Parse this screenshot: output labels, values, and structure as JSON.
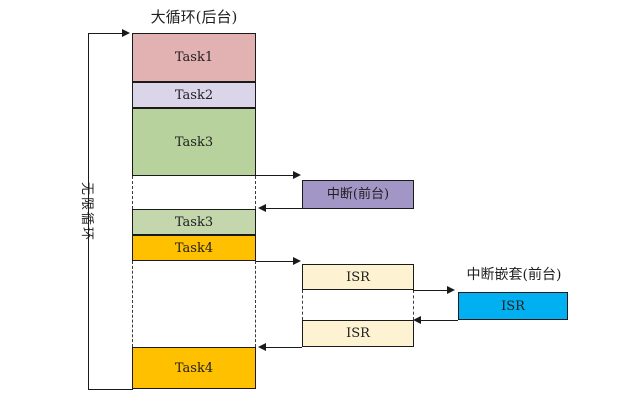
{
  "diagram": {
    "title": "大循环(后台)",
    "loop_label": "无限循环",
    "nested_title": "中断嵌套(前台)",
    "boxes": {
      "task1": {
        "label": "Task1",
        "color": "#e2b1b2"
      },
      "task2": {
        "label": "Task2",
        "color": "#dbd5e9"
      },
      "task3": {
        "label": "Task3",
        "color": "#b8d29e"
      },
      "task3_resume": {
        "label": "Task3",
        "color": "#c3d6ac"
      },
      "task4": {
        "label": "Task4",
        "color": "#ffc000"
      },
      "task4_resume": {
        "label": "Task4",
        "color": "#ffc000"
      },
      "interrupt": {
        "label": "中断(前台)",
        "color": "#a296c7"
      },
      "isr_enter": {
        "label": "ISR",
        "color": "#fdf2d2"
      },
      "isr_resume": {
        "label": "ISR",
        "color": "#fdf2d2"
      },
      "isr_nested": {
        "label": "ISR",
        "color": "#00b0f0"
      }
    },
    "line_color": "#1a1a1a"
  }
}
